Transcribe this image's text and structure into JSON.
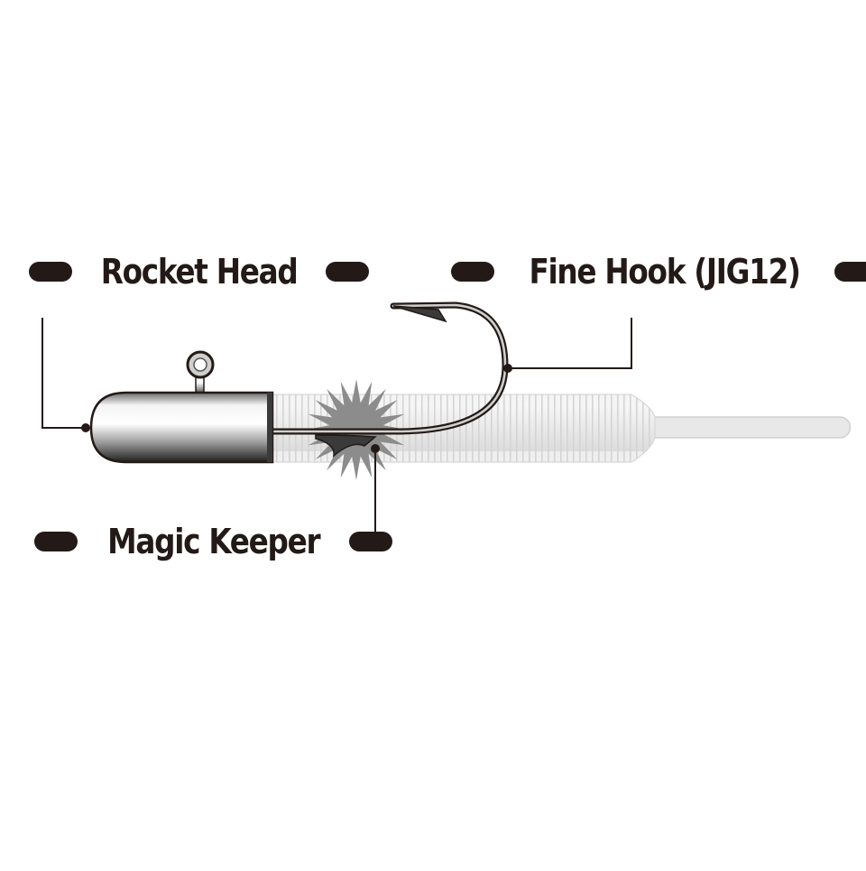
{
  "labels": {
    "rocket_head": "Rocket Head",
    "fine_hook": "Fine Hook (JIG12)",
    "magic_keeper": "Magic Keeper"
  },
  "colors": {
    "ink": "#231a17",
    "worm_body": "#e7e7e7",
    "worm_ring": "#d2d2d2",
    "burst": "#8c8c8c"
  }
}
